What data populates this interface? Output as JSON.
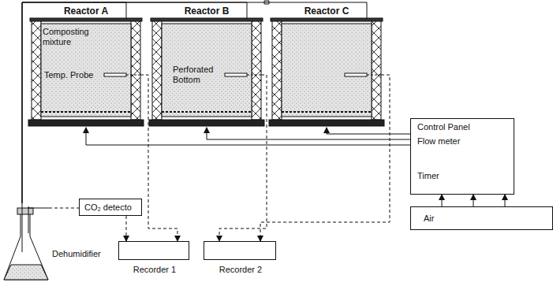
{
  "diagram": {
    "nodes": [
      {
        "text": [
          "Reactor A",
          "Composting mixture",
          "Temp. Probe"
        ]
      },
      {
        "text": [
          "Reactor B",
          "Perforated Bottom"
        ]
      },
      {
        "text": [
          "Reactor C"
        ]
      },
      {
        "text": [
          "Control Panel",
          "Flow meter",
          "Timer"
        ]
      },
      {
        "text": [
          "Air"
        ]
      },
      {
        "text": [
          "CO₂ detecto"
        ]
      },
      {
        "text": [
          "Dehumidifier"
        ]
      },
      {
        "text": [
          "Recorder 1"
        ]
      },
      {
        "text": [
          "Recorder 2"
        ]
      }
    ],
    "edges": [
      {
        "from": 4,
        "to": 3,
        "arrow": "to"
      },
      {
        "from": 3,
        "to": 0,
        "arrow": "to"
      },
      {
        "from": 3,
        "to": 1,
        "arrow": "to"
      },
      {
        "from": 3,
        "to": 2,
        "arrow": "to"
      },
      {
        "from": 0,
        "to": 6,
        "arrow": "none"
      },
      {
        "from": 1,
        "to": 6,
        "arrow": "none"
      },
      {
        "from": 2,
        "to": 6,
        "arrow": "none"
      },
      {
        "from": 6,
        "to": 5,
        "arrow": "none"
      },
      {
        "from": 5,
        "to": 7,
        "arrow": "to"
      },
      {
        "from": 0,
        "to": 7,
        "arrow": "to"
      },
      {
        "from": 1,
        "to": 8,
        "arrow": "to"
      },
      {
        "from": 2,
        "to": 8,
        "arrow": "to"
      }
    ]
  }
}
